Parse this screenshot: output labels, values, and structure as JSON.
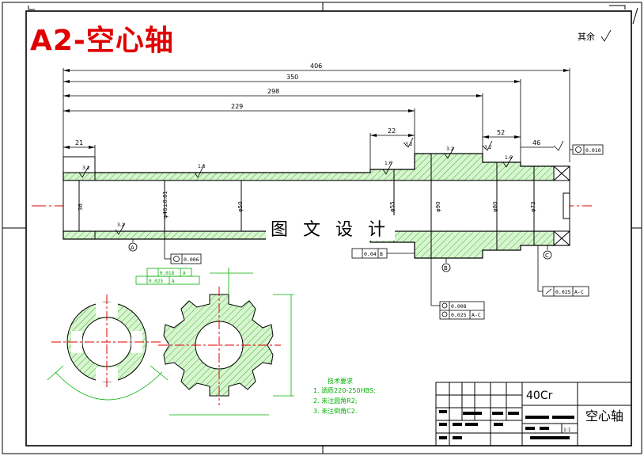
{
  "title": "A2-空心轴",
  "watermark": "图 文 设 计",
  "rest_roughness": "其余",
  "dimensions": {
    "overall": "406",
    "d350": "350",
    "d298": "298",
    "d229": "229",
    "d22": "22",
    "d52": "52",
    "d46": "46",
    "d21": "21",
    "dia36": "36",
    "dia46": "φ46±0.01",
    "dia50": "φ50",
    "dia55": "φ55",
    "dia90": "φ90",
    "dia80": "φ80",
    "dia73": "φ73"
  },
  "roughness": {
    "r32a": "3.2",
    "r16a": "1.6",
    "r32b": "3.2",
    "r16b": "1.6",
    "r32c": "3.2",
    "r32d": "3.2",
    "r16c": "1.6",
    "r32e": "3.2"
  },
  "datums": {
    "A": "A",
    "B": "B",
    "C": "C"
  },
  "tolerances": {
    "t1": "0.010",
    "t2": "0.006",
    "t3": "0.04",
    "t3_ref": "B",
    "t4_a": "0.008",
    "t4_b": "0.025",
    "t4_ref": "A-C",
    "t5": "0.025",
    "t5_ref": "A-C"
  },
  "section_tol": {
    "a": "0.018",
    "a_ref": "A",
    "b": "0.025",
    "b_ref": "A"
  },
  "tech_requirements": {
    "heading": "技术要求",
    "line1": "1. 调质220-250HBS;",
    "line2": "2. 未注圆角R2;",
    "line3": "3. 未注倒角C2."
  },
  "title_block": {
    "material": "40Cr",
    "part_name": "空心轴",
    "scale": "1:1"
  },
  "colors": {
    "outline": "#000000",
    "centerline": "#e00000",
    "hatch": "#00c000",
    "dim_green": "#00b000"
  }
}
